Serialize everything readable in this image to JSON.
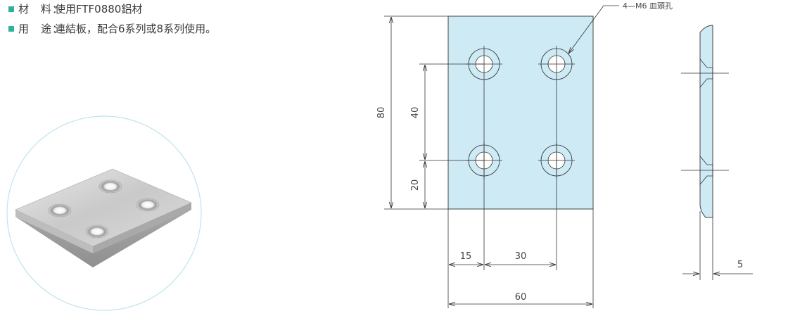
{
  "specs": {
    "material": {
      "label": "材　料：",
      "value": "使用FTF0880鋁材"
    },
    "usage": {
      "label": "用　途：",
      "value": "連結板，配合6系列或8系列使用。"
    }
  },
  "drawing": {
    "hole_callout": "4—M6 皿頭孔",
    "dim_height_total": "80",
    "dim_hole_spacing_v": "40",
    "dim_bottom_offset": "20",
    "dim_left_offset": "15",
    "dim_hole_spacing_h": "30",
    "dim_width_total": "60",
    "dim_thickness": "5"
  },
  "colors": {
    "plate_fill": "#cdeaf5",
    "accent_bullet": "#2bb3a0",
    "photo_circle": "#bfe3ee"
  }
}
